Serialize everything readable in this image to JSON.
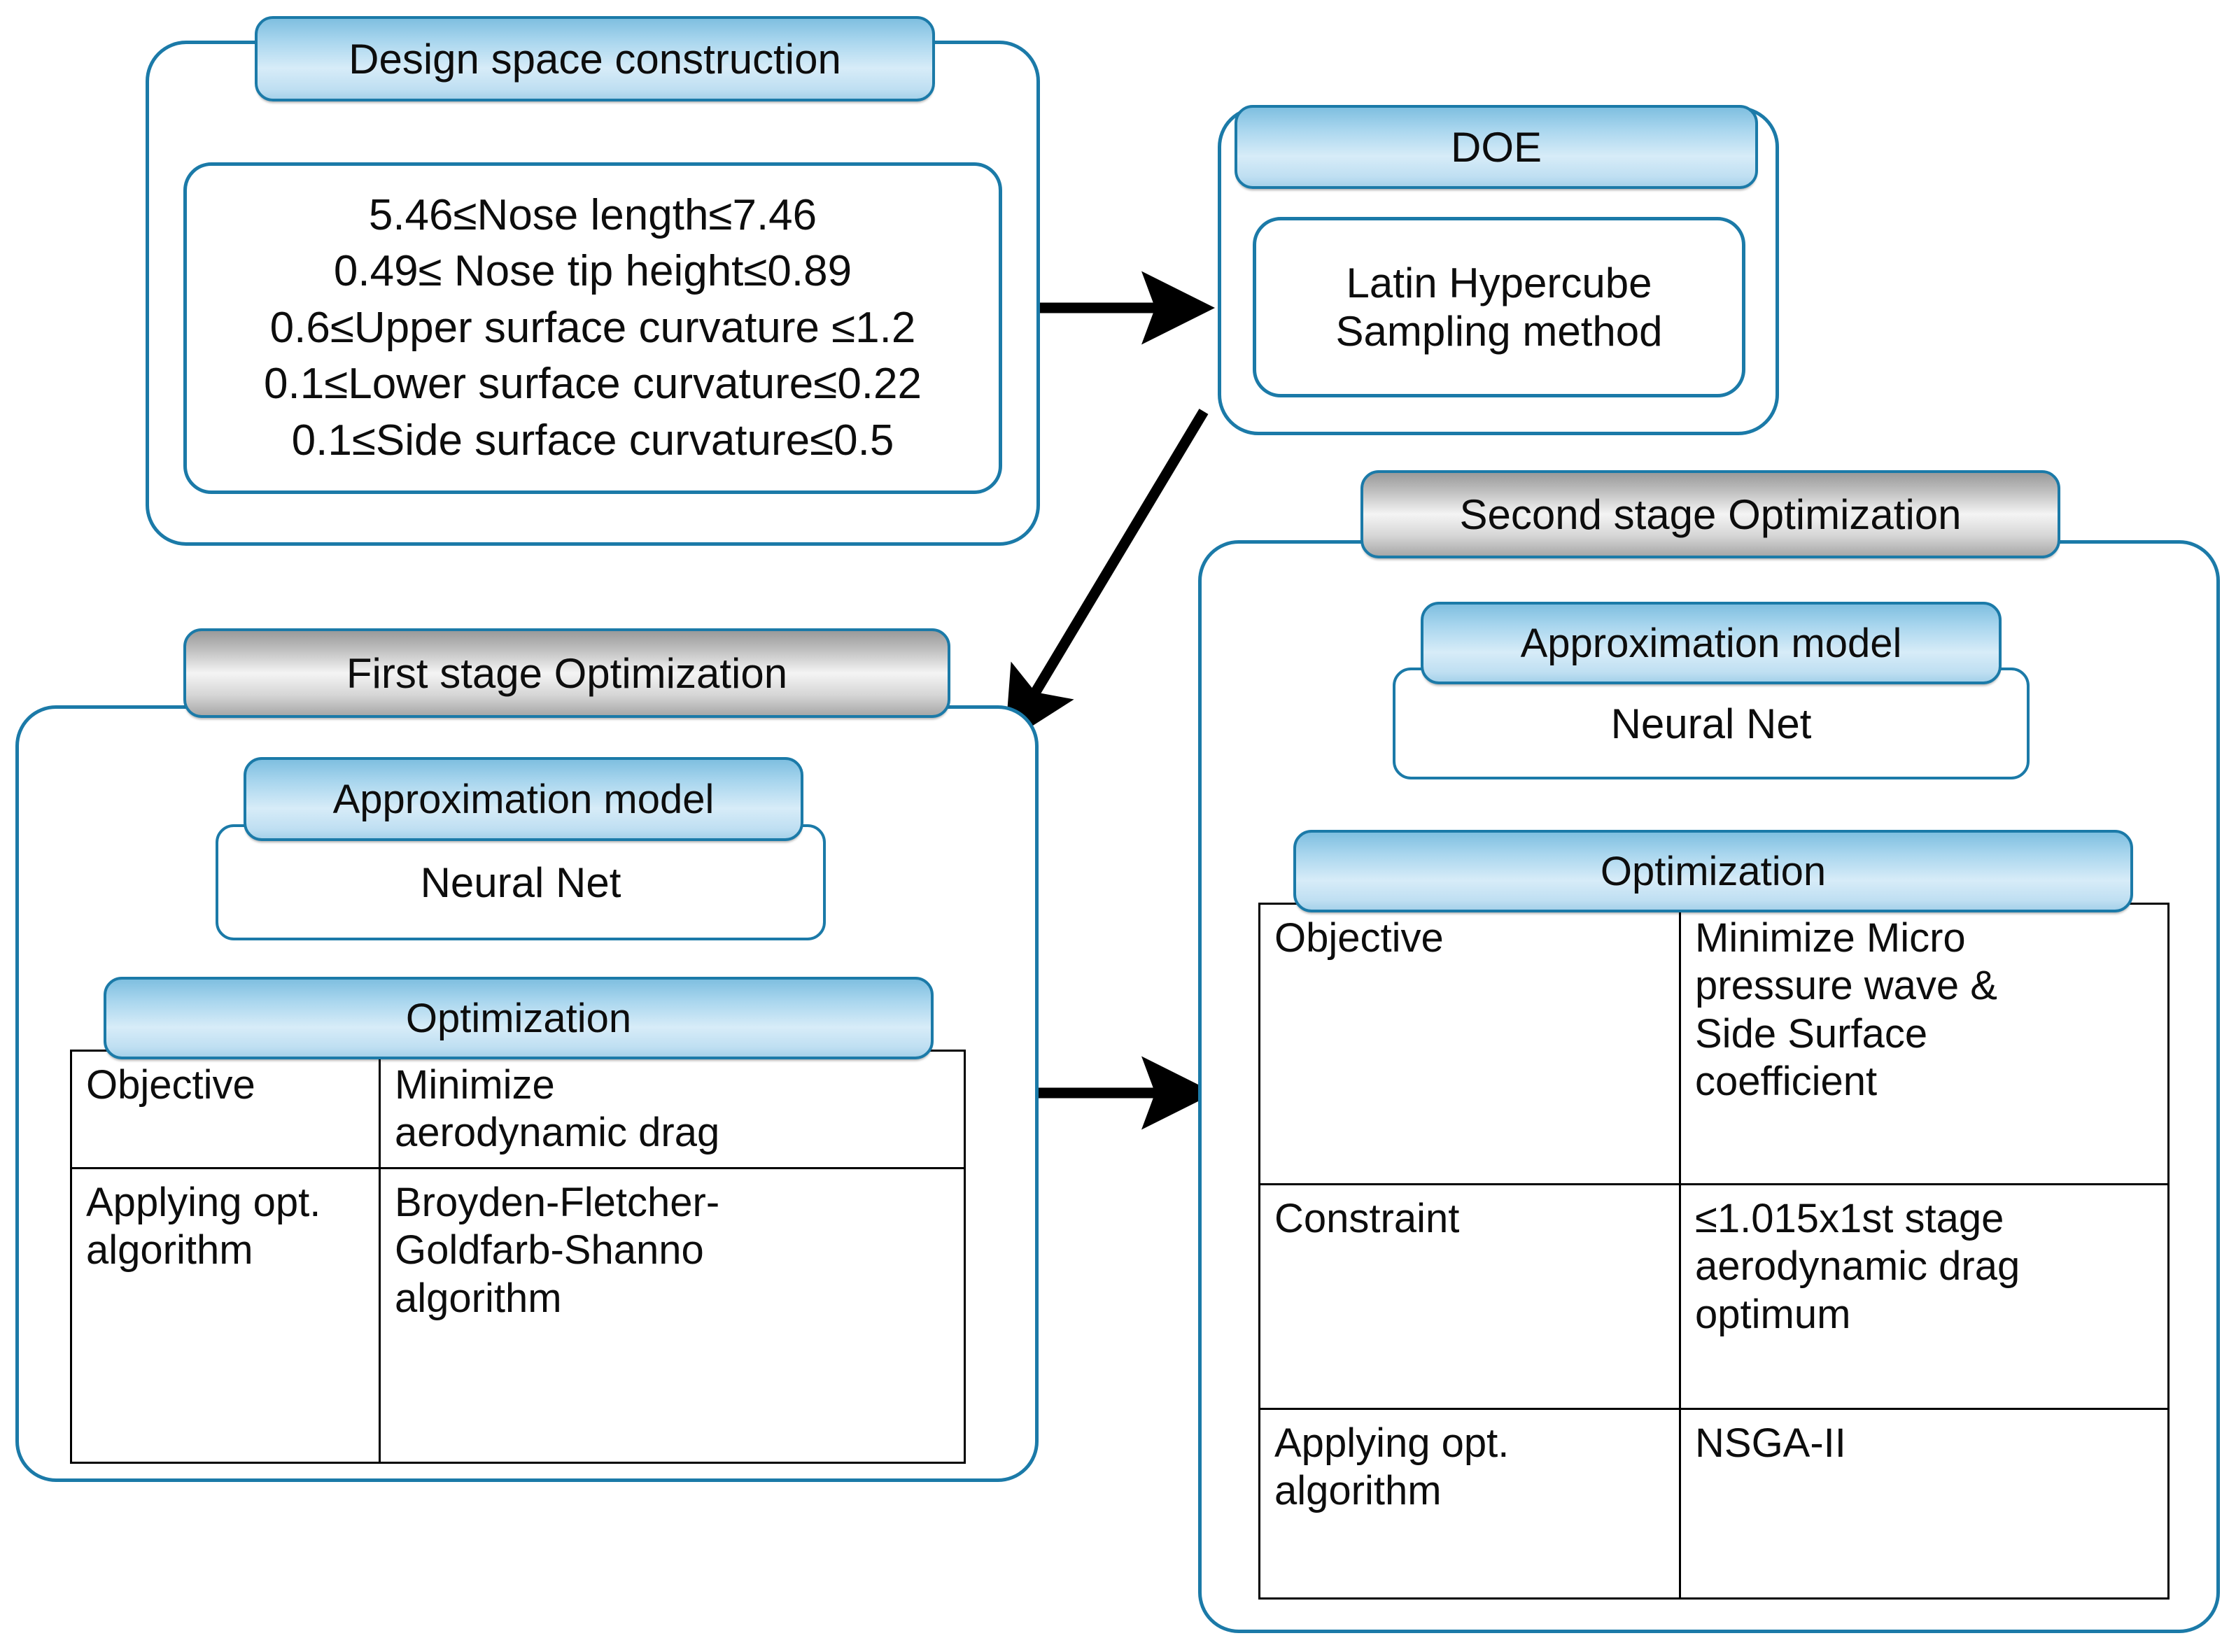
{
  "colors": {
    "border_blue": "#1b7aa8",
    "badge_blue_light": "#d7ecf8",
    "badge_blue_mid": "#a9d6ee",
    "badge_blue_dark": "#7fbfe0",
    "badge_gray_light": "#f4f4f4",
    "badge_gray_dark": "#9a9a9a",
    "table_border": "#000000",
    "arrow": "#000000",
    "background": "#ffffff"
  },
  "design_space": {
    "header": "Design space construction",
    "constraints_text": "5.46≤Nose length≤7.46\n0.49≤ Nose tip height≤0.89\n0.6≤Upper surface curvature ≤1.2\n0.1≤Lower surface curvature≤0.22\n0.1≤Side surface curvature≤0.5",
    "constraints": [
      "5.46≤Nose length≤7.46",
      "0.49≤ Nose tip height≤0.89",
      "0.6≤Upper surface curvature ≤1.2",
      "0.1≤Lower surface curvature≤0.22",
      "0.1≤Side surface curvature≤0.5"
    ]
  },
  "doe": {
    "header": "DOE",
    "method": "Latin Hypercube\nSampling method"
  },
  "first_stage": {
    "header": "First stage Optimization",
    "approximation_header": "Approximation model",
    "approximation_value": "Neural Net",
    "optimization_header": "Optimization",
    "rows": [
      {
        "label": "Objective",
        "value": "Minimize\naerodynamic drag"
      },
      {
        "label": "Applying opt.\nalgorithm",
        "value": "Broyden-Fletcher-\nGoldfarb-Shanno\nalgorithm"
      }
    ]
  },
  "second_stage": {
    "header": "Second stage Optimization",
    "approximation_header": "Approximation model",
    "approximation_value": "Neural Net",
    "optimization_header": "Optimization",
    "rows": [
      {
        "label": "Objective",
        "value": "Minimize Micro\npressure wave &\nSide Surface\ncoefficient"
      },
      {
        "label": "Constraint",
        "value": "≤1.015x1st stage\naerodynamic drag\noptimum"
      },
      {
        "label": "Applying opt.\nalgorithm",
        "value": "NSGA-II"
      }
    ]
  },
  "arrows": [
    {
      "name": "design-space-to-doe",
      "type": "horizontal"
    },
    {
      "name": "doe-to-first-stage",
      "type": "diagonal"
    },
    {
      "name": "first-stage-to-second-stage",
      "type": "horizontal"
    }
  ]
}
